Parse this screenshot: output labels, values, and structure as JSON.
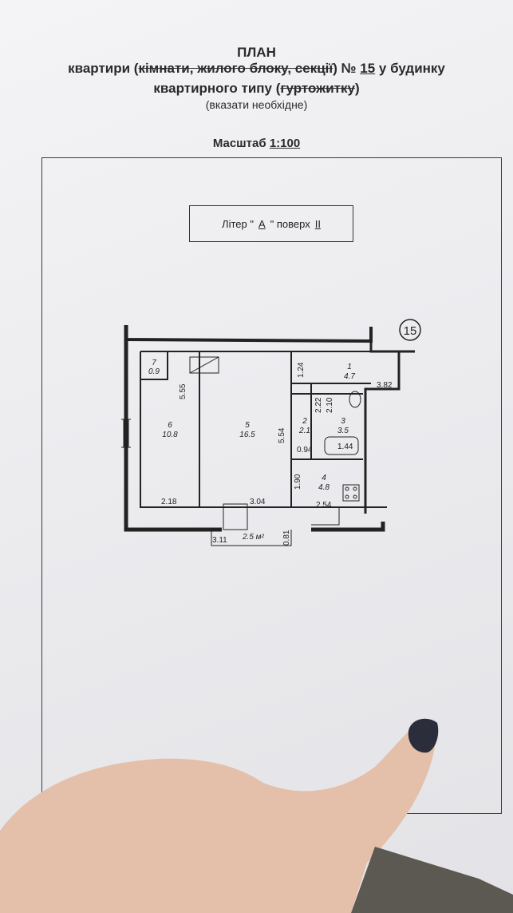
{
  "header": {
    "title": "ПЛАН",
    "line2_prefix": "квартири (",
    "line2_struck": "кімнати, жилого блоку, секції",
    "line2_mid": ") №",
    "apartment_no": "15",
    "line2_suffix": "у будинку",
    "line3_prefix": "квартирного типу (",
    "line3_struck": "гуртожитку",
    "line3_suffix": ")",
    "note": "(вказати необхідне)",
    "scale_label": "Масштаб",
    "scale_value": "1:100"
  },
  "stamp": {
    "liter_label": "Літер \"",
    "liter_value": "A",
    "floor_label": "\" поверх",
    "floor_value": "II"
  },
  "plan": {
    "apartment_circle": "15",
    "rooms": [
      {
        "no": "7",
        "area": "0.9"
      },
      {
        "no": "6",
        "area": "10.8"
      },
      {
        "no": "5",
        "area": "16.5"
      },
      {
        "no": "1",
        "area": "4.7"
      },
      {
        "no": "2",
        "area": "2.1"
      },
      {
        "no": "3",
        "area": "3.5"
      },
      {
        "no": "4",
        "area": "4.8"
      }
    ],
    "dimensions": {
      "d_555": "5.55",
      "d_554": "5.54",
      "d_124": "1.24",
      "d_382": "3.82",
      "d_222": "2.22",
      "d_210": "2.10",
      "d_094": "0.94",
      "d_144": "1.44",
      "d_190": "1.90",
      "d_218": "2.18",
      "d_304": "3.04",
      "d_254": "2.54",
      "d_311": "3.11",
      "d_081": "0.81",
      "balcony": "2.5 м²"
    }
  }
}
